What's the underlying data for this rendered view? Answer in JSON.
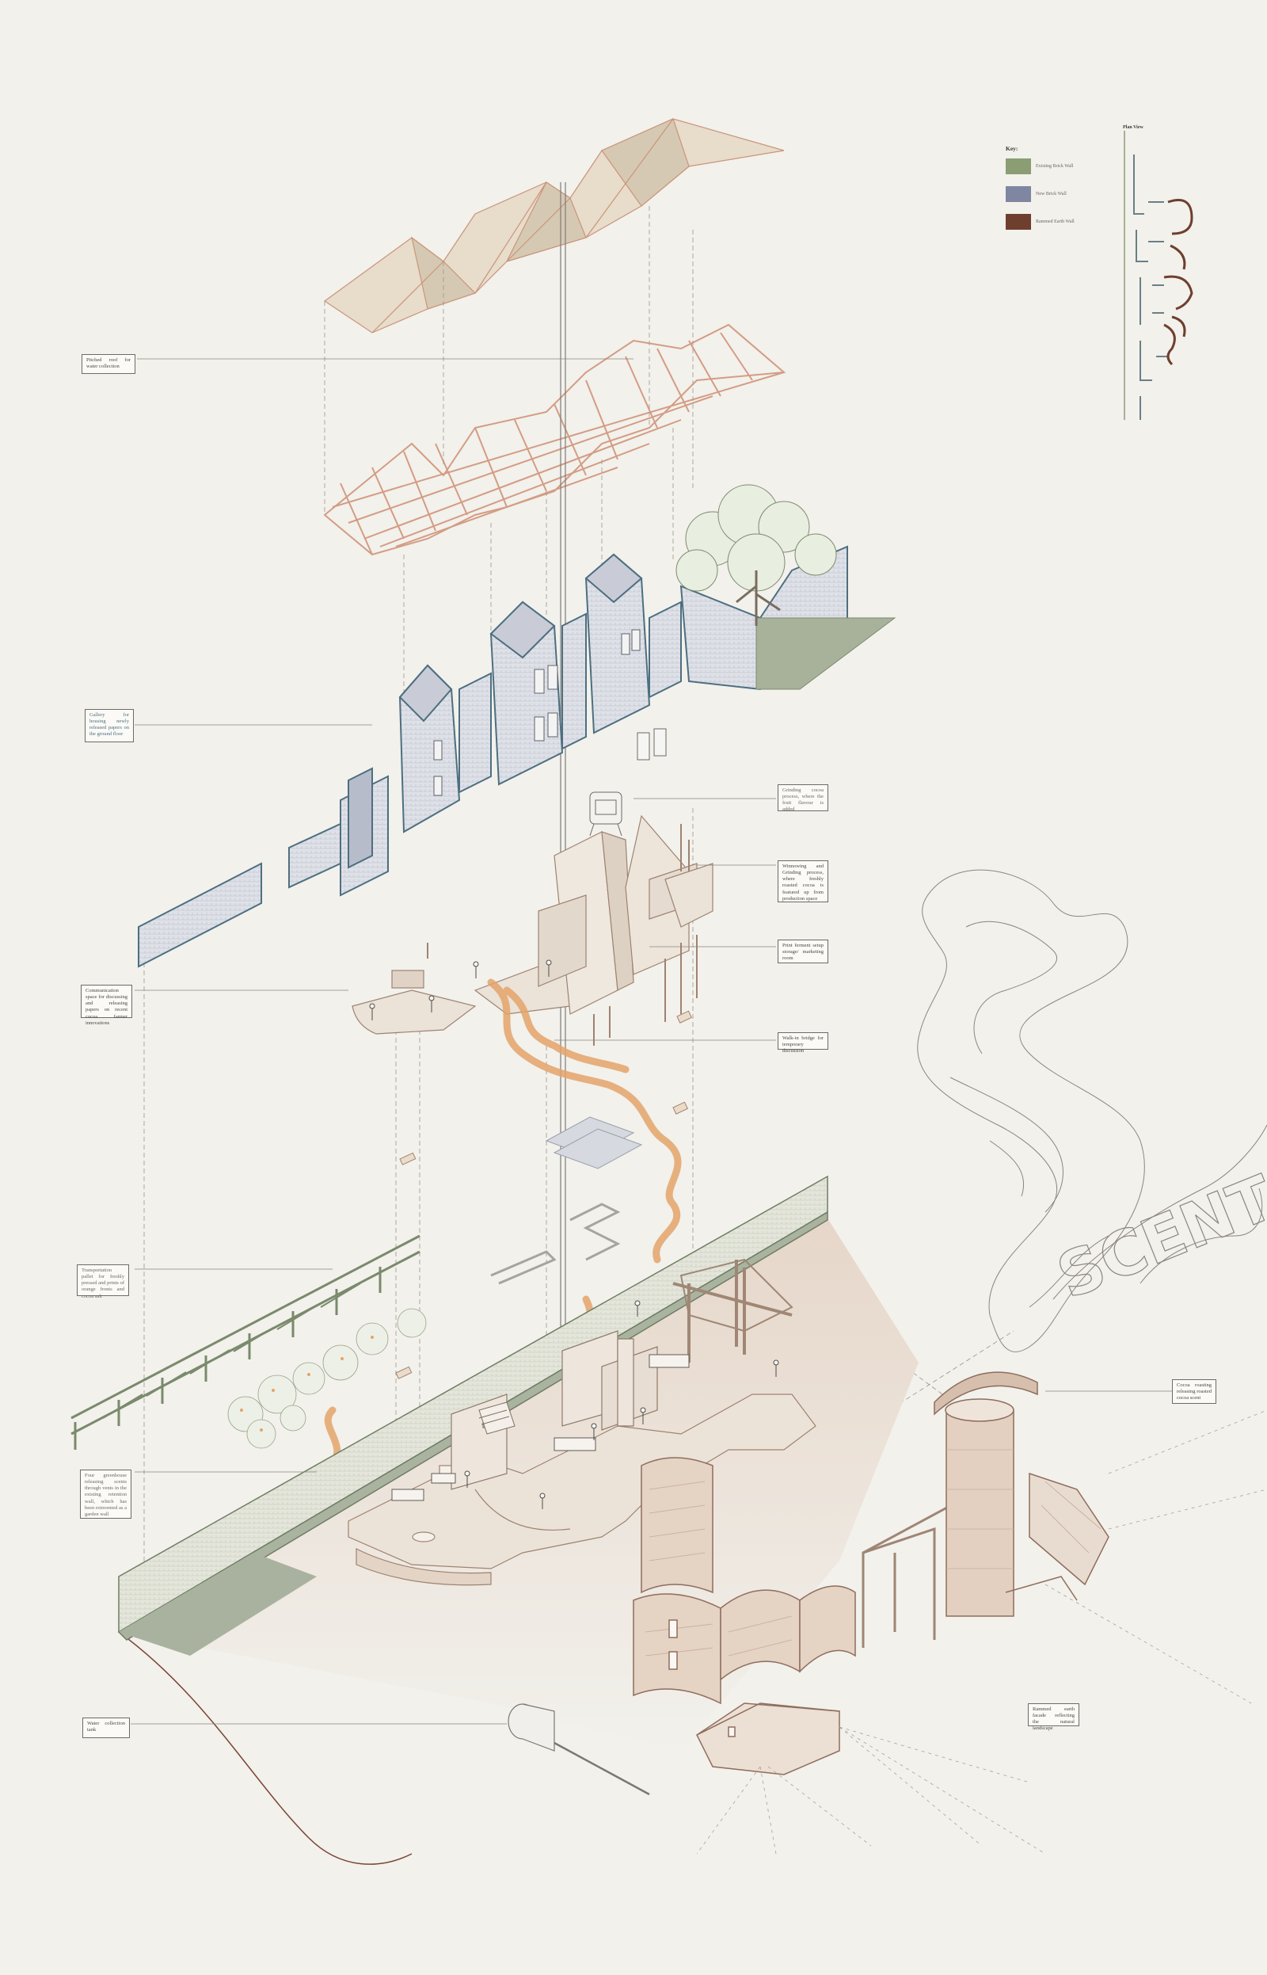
{
  "legend": {
    "title": "Key:",
    "items": [
      {
        "label": "Existing Brick Wall",
        "color": "#8b9e73"
      },
      {
        "label": "New Brick Wall",
        "color": "#7f86a1"
      },
      {
        "label": "Rammed Earth Wall",
        "color": "#6e3f2e"
      }
    ]
  },
  "plan_view": {
    "label": "Plan View"
  },
  "scent_text": "SCENT",
  "annotations": [
    {
      "id": "pitched-roof",
      "text": "Pitched roof for water collection"
    },
    {
      "id": "gallery",
      "text": "Gallery for housing newly released papers on the ground floor"
    },
    {
      "id": "grinding",
      "text": "Grinding cocoa process, where the fruit flavour is added"
    },
    {
      "id": "winnowing",
      "text": "Winnowing and Grinding process, where freshly roasted cocoa is featured up from production space"
    },
    {
      "id": "print-ferment",
      "text": "Print ferment setup storage/ marketing room"
    },
    {
      "id": "communication",
      "text": "Communication space for discussing and releasing papers on recent cocoa farmer innovations"
    },
    {
      "id": "walk-bridge",
      "text": "Walk-in bridge for temporary discussion"
    },
    {
      "id": "transportation",
      "text": "Transportation pallet for freshly pressed and prints of orange fronts and cocoa salt"
    },
    {
      "id": "greenhouse",
      "text": "Four greenhouse releasing scents through vents in the existing retention wall, which has been reinvented as a garden wall"
    },
    {
      "id": "cocoa-roasting",
      "text": "Cocoa roasting releasing roasted cocoa scent"
    },
    {
      "id": "rammed-earth",
      "text": "Rammed earth facade reflecting the natural landscape"
    },
    {
      "id": "water-tank",
      "text": "Water collection tank"
    }
  ]
}
